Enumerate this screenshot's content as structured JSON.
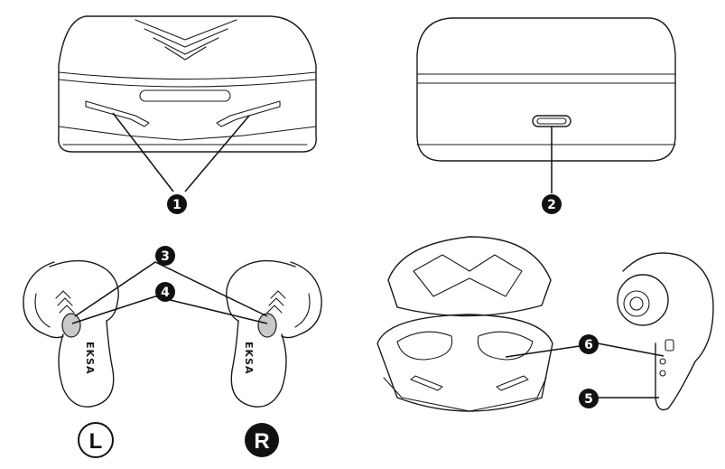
{
  "callouts": [
    "1",
    "2",
    "3",
    "4",
    "5",
    "6"
  ],
  "sides": {
    "left": "L",
    "right": "R"
  },
  "brand_mark": "EKSA"
}
